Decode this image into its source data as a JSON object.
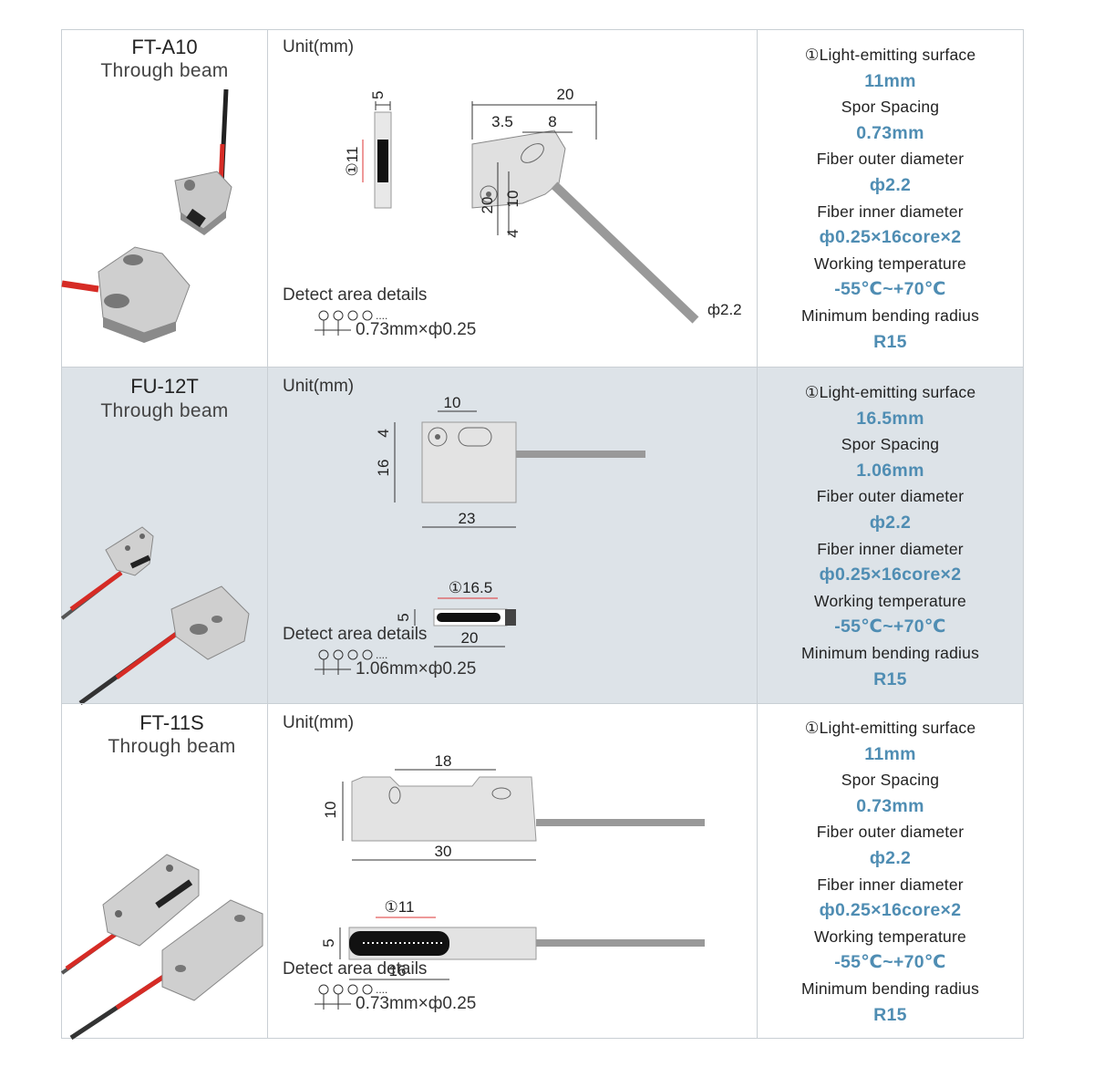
{
  "unit_label": "Unit(mm)",
  "detect_label": "Detect area details",
  "rows": [
    {
      "model": "FT-A10",
      "beam": "Through beam",
      "detect_value": "0.73mm×ф0.25",
      "dims": {
        "d1": "5",
        "d2": "①11",
        "d3": "20",
        "d4": "3.5",
        "d5": "8",
        "d6": "20",
        "d7": "10",
        "d8": "4",
        "d9": "ф2.2"
      },
      "specs": [
        {
          "label": "①Light-emitting surface",
          "value": "11mm"
        },
        {
          "label": "Spor Spacing",
          "value": "0.73mm"
        },
        {
          "label": "Fiber outer diameter",
          "value": "ф2.2"
        },
        {
          "label": "Fiber inner diameter",
          "value": "ф0.25×16core×2"
        },
        {
          "label": "Working temperature",
          "value": "-55℃~+70℃"
        },
        {
          "label": "Minimum bending radius",
          "value": "R15"
        }
      ]
    },
    {
      "model": "FU-12T",
      "beam": "Through beam",
      "detect_value": "1.06mm×ф0.25",
      "dims": {
        "d1": "10",
        "d2": "4",
        "d3": "16",
        "d4": "23",
        "d5": "①16.5",
        "d6": "5",
        "d7": "20"
      },
      "specs": [
        {
          "label": "①Light-emitting surface",
          "value": "16.5mm"
        },
        {
          "label": "Spor Spacing",
          "value": "1.06mm"
        },
        {
          "label": "Fiber outer diameter",
          "value": "ф2.2"
        },
        {
          "label": "Fiber inner diameter",
          "value": "ф0.25×16core×2"
        },
        {
          "label": "Working temperature",
          "value": "-55℃~+70℃"
        },
        {
          "label": "Minimum bending radius",
          "value": "R15"
        }
      ]
    },
    {
      "model": "FT-11S",
      "beam": "Through beam",
      "detect_value": "0.73mm×ф0.25",
      "dims": {
        "d1": "18",
        "d2": "10",
        "d3": "30",
        "d4": "①11",
        "d5": "5",
        "d6": "16"
      },
      "specs": [
        {
          "label": "①Light-emitting surface",
          "value": "11mm"
        },
        {
          "label": "Spor Spacing",
          "value": "0.73mm"
        },
        {
          "label": "Fiber outer diameter",
          "value": "ф2.2"
        },
        {
          "label": "Fiber inner diameter",
          "value": "ф0.25×16core×2"
        },
        {
          "label": "Working temperature",
          "value": "-55℃~+70℃"
        },
        {
          "label": "Minimum bending radius",
          "value": "R15"
        }
      ]
    }
  ],
  "colors": {
    "accent": "#4f8db3",
    "shaded_row": "#dde3e8",
    "border": "#c9cfd4",
    "fiber_red": "#e2322c"
  }
}
